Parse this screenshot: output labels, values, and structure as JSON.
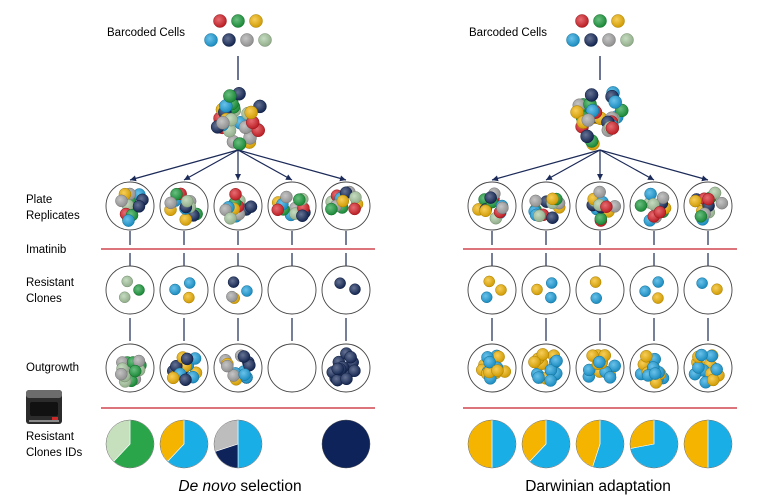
{
  "labels": {
    "barcoded_cells": "Barcoded Cells",
    "plate": "Plate",
    "replicates": "Replicates",
    "imatinib": "Imatinib",
    "resistant": "Resistant",
    "clones": "Clones",
    "outgrowth": "Outgrowth",
    "resistant_ids_1": "Resistant",
    "resistant_ids_2": "Clones IDs"
  },
  "captions": {
    "left_italic": "De novo",
    "left_rest": " selection",
    "right": "Darwinian adaptation"
  },
  "colors": {
    "red": "#d81f26",
    "green": "#1a9c3c",
    "yellow": "#f2b400",
    "blue": "#1ba1de",
    "navy": "#13285a",
    "gray": "#a6a6a6",
    "sage": "#a8c9a0",
    "line_navy": "#1b2a58",
    "imatinib_line": "#c8202f",
    "pie_green": "#2aa54a",
    "pie_lightgreen": "#c6dfbd",
    "pie_yellow": "#f4b400",
    "pie_blue": "#19aee6",
    "pie_gray": "#bdbdbd",
    "pie_navy": "#0d235a"
  },
  "icons": [
    "sequencer-icon"
  ],
  "panels": {
    "left": {
      "resistant_clones": [
        [
          "green",
          "sage",
          "sage"
        ],
        [
          "yellow",
          "blue",
          "blue"
        ],
        [
          "yellow",
          "navy",
          "blue",
          "gray"
        ],
        [],
        [
          "navy",
          "navy"
        ]
      ],
      "outgrowth": [
        [
          "green",
          "sage",
          "gray"
        ],
        [
          "blue",
          "yellow",
          "navy"
        ],
        [
          "blue",
          "navy",
          "gray",
          "yellow"
        ],
        [],
        [
          "navy"
        ]
      ],
      "pies": [
        [
          {
            "color": "pie_green",
            "value": 0.62
          },
          {
            "color": "pie_lightgreen",
            "value": 0.38
          }
        ],
        [
          {
            "color": "pie_blue",
            "value": 0.62
          },
          {
            "color": "pie_yellow",
            "value": 0.38
          }
        ],
        [
          {
            "color": "pie_blue",
            "value": 0.5
          },
          {
            "color": "pie_navy",
            "value": 0.2
          },
          {
            "color": "pie_gray",
            "value": 0.3
          }
        ],
        [],
        [
          {
            "color": "pie_navy",
            "value": 1.0
          }
        ]
      ]
    },
    "right": {
      "resistant_clones": [
        [
          "yellow",
          "blue",
          "yellow"
        ],
        [
          "blue",
          "yellow",
          "blue"
        ],
        [
          "blue",
          "yellow"
        ],
        [
          "blue",
          "blue",
          "yellow"
        ],
        [
          "blue",
          "yellow"
        ]
      ],
      "outgrowth": [
        [
          "yellow",
          "blue"
        ],
        [
          "blue",
          "yellow"
        ],
        [
          "blue",
          "yellow"
        ],
        [
          "blue",
          "yellow"
        ],
        [
          "blue",
          "yellow"
        ]
      ],
      "pies": [
        [
          {
            "color": "pie_blue",
            "value": 0.5
          },
          {
            "color": "pie_yellow",
            "value": 0.5
          }
        ],
        [
          {
            "color": "pie_blue",
            "value": 0.62
          },
          {
            "color": "pie_yellow",
            "value": 0.38
          }
        ],
        [
          {
            "color": "pie_blue",
            "value": 0.55
          },
          {
            "color": "pie_yellow",
            "value": 0.45
          }
        ],
        [
          {
            "color": "pie_blue",
            "value": 0.72
          },
          {
            "color": "pie_yellow",
            "value": 0.28
          }
        ],
        [
          {
            "color": "pie_blue",
            "value": 0.5
          },
          {
            "color": "pie_yellow",
            "value": 0.5
          }
        ]
      ]
    }
  }
}
